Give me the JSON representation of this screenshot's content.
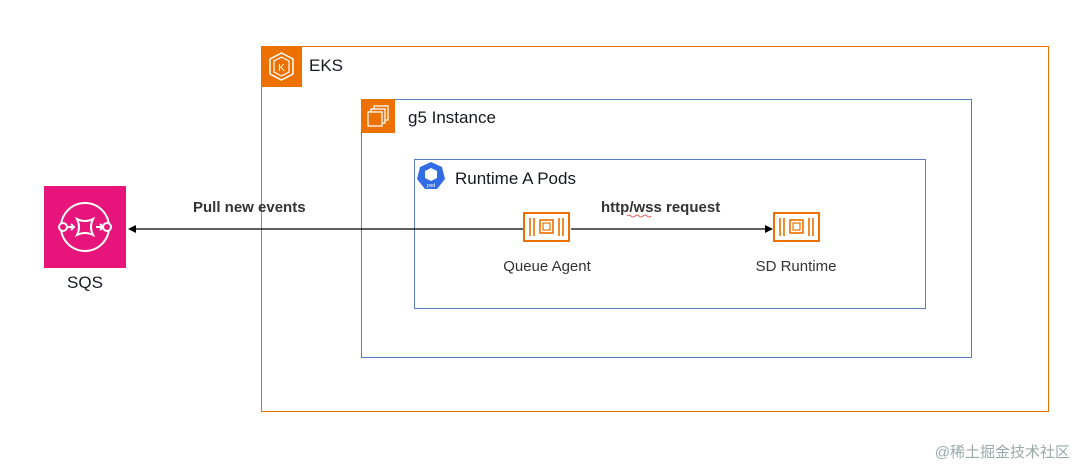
{
  "eks": {
    "label": "EKS",
    "icon": "eks-icon",
    "color": "#ED7100"
  },
  "g5": {
    "label": "g5 Instance",
    "icon": "ec2-instances-icon"
  },
  "pods": {
    "label": "Runtime A Pods",
    "icon": "k8s-pod-icon",
    "pod_text": "pod"
  },
  "sqs": {
    "label": "SQS",
    "icon": "sqs-icon",
    "color": "#E7157B"
  },
  "edges": {
    "pull": "Pull new events",
    "request": "http/wss request"
  },
  "nodes": {
    "queue_agent": "Queue Agent",
    "sd_runtime": "SD Runtime"
  },
  "watermark": "@稀土掘金技术社区"
}
